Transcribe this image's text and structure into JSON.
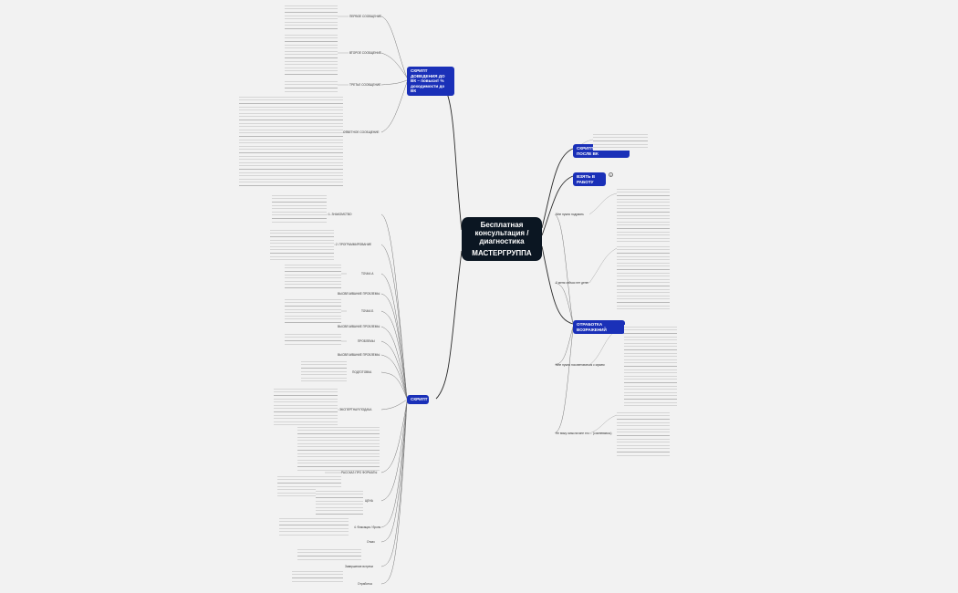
{
  "central": {
    "title": "Бесплатная консультация / диагностика",
    "subtitle": "МАСТЕРГРУППА"
  },
  "branches": {
    "dovedenie": "СКРИПТ ДОВЕДЕНИЯ ДО ВК – повысит % доходимости до ВК",
    "usilenie": "СКРИПТ УСИЛЕНИЯ ПОСЛЕ ВК",
    "vzyat": "ВЗЯТЬ В РАБОТУ",
    "vozrazheniya": "ОТРАБОТКА ВОЗРАЖЕНИЙ",
    "skript": "СКРИПТ"
  },
  "badge": "1",
  "left_top_subs": [
    "ПЕРВОЕ СООБЩЕНИЕ",
    "ВТОРОЕ СООБЩЕНИЕ",
    "ТРЕТЬЕ СООБЩЕНИЕ",
    "ОТВЕТНОЕ СООБЩЕНИЕ"
  ],
  "left_bottom_subs": [
    "1. ЗНАКОМСТВО",
    "2. ПРОГРАММИРОВАНИЕ",
    "ТОЧКА А",
    "ВЫСВЕЧИВАНИЕ ПРОБЛЕМЫ",
    "ТОЧКА Б",
    "ВЫСВЕЧИВАНИЕ ПРОБЛЕМЫ",
    "ПРОБЛЕМЫ",
    "ВЫСВЕЧИВАНИЕ ПРОБЛЕМЫ",
    "ПОДГОТОВКА",
    "ЭКСПЕРТНАЯ ПОДАЧА",
    "РАССКАЗ ПРО ФОРМАТЫ",
    "ЦЕНА",
    "4. Фиксация / бронь",
    "Отказ",
    "Завершение встречи",
    "Отработка"
  ],
  "right_subs": [
    "Мне нужно подумать",
    "У меня сейчас нет денег",
    "Мне нужно посоветоваться с мужем",
    "Не вижу смысла мне это ... (сомневаюсь)"
  ]
}
